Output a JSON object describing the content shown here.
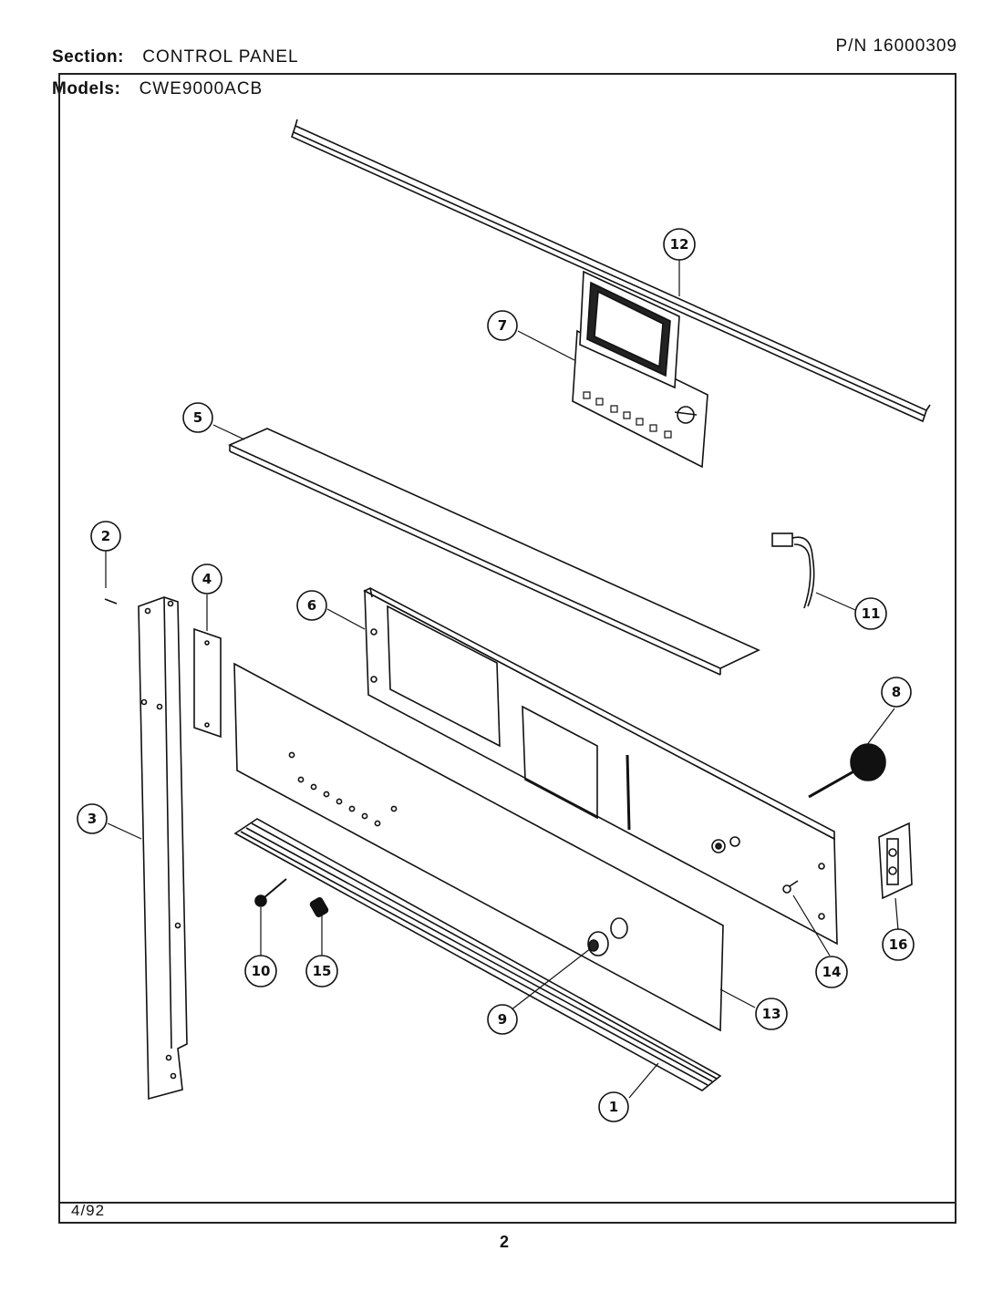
{
  "header": {
    "section_label": "Section:",
    "section_value": "CONTROL PANEL",
    "models_label": "Models:",
    "models_value": "CWE9000ACB",
    "part_number": "P/N 16000309"
  },
  "footer": {
    "date": "4/92",
    "page_number": "2"
  },
  "callouts": {
    "c1": "1",
    "c2": "2",
    "c3": "3",
    "c4": "4",
    "c5": "5",
    "c6": "6",
    "c7": "7",
    "c8": "8",
    "c9": "9",
    "c10": "10",
    "c11": "11",
    "c12": "12",
    "c13": "13",
    "c14": "14",
    "c15": "15",
    "c16": "16"
  }
}
